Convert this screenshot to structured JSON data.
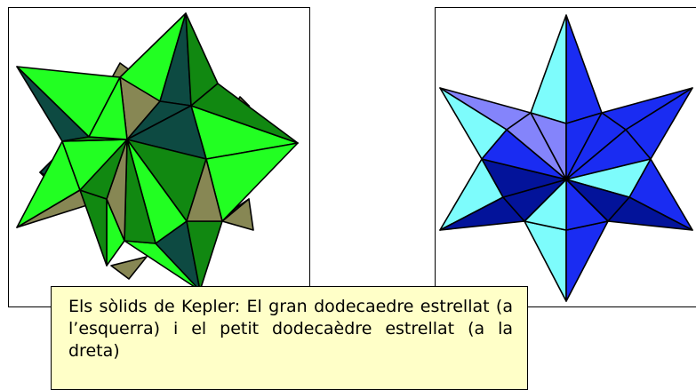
{
  "figures": [
    {
      "name": "great-stellated-dodecahedron",
      "colors": {
        "light_green": "#22ff22",
        "mid_green": "#118811",
        "dark_teal": "#0d4a42",
        "khaki": "#878754",
        "outline": "#000000"
      }
    },
    {
      "name": "small-stellated-dodecahedron",
      "colors": {
        "blue": "#1a2cf2",
        "navy": "#03139a",
        "cyan": "#7dfcfc",
        "lavender": "#8484fb",
        "outline": "#000000"
      }
    }
  ],
  "caption": {
    "text": "Els sòlids de Kepler: El gran dodecaedre estrellat (a l’esquerra) i el petit dodecaèdre estrellat (a la dreta)",
    "background": "#ffffc8"
  }
}
